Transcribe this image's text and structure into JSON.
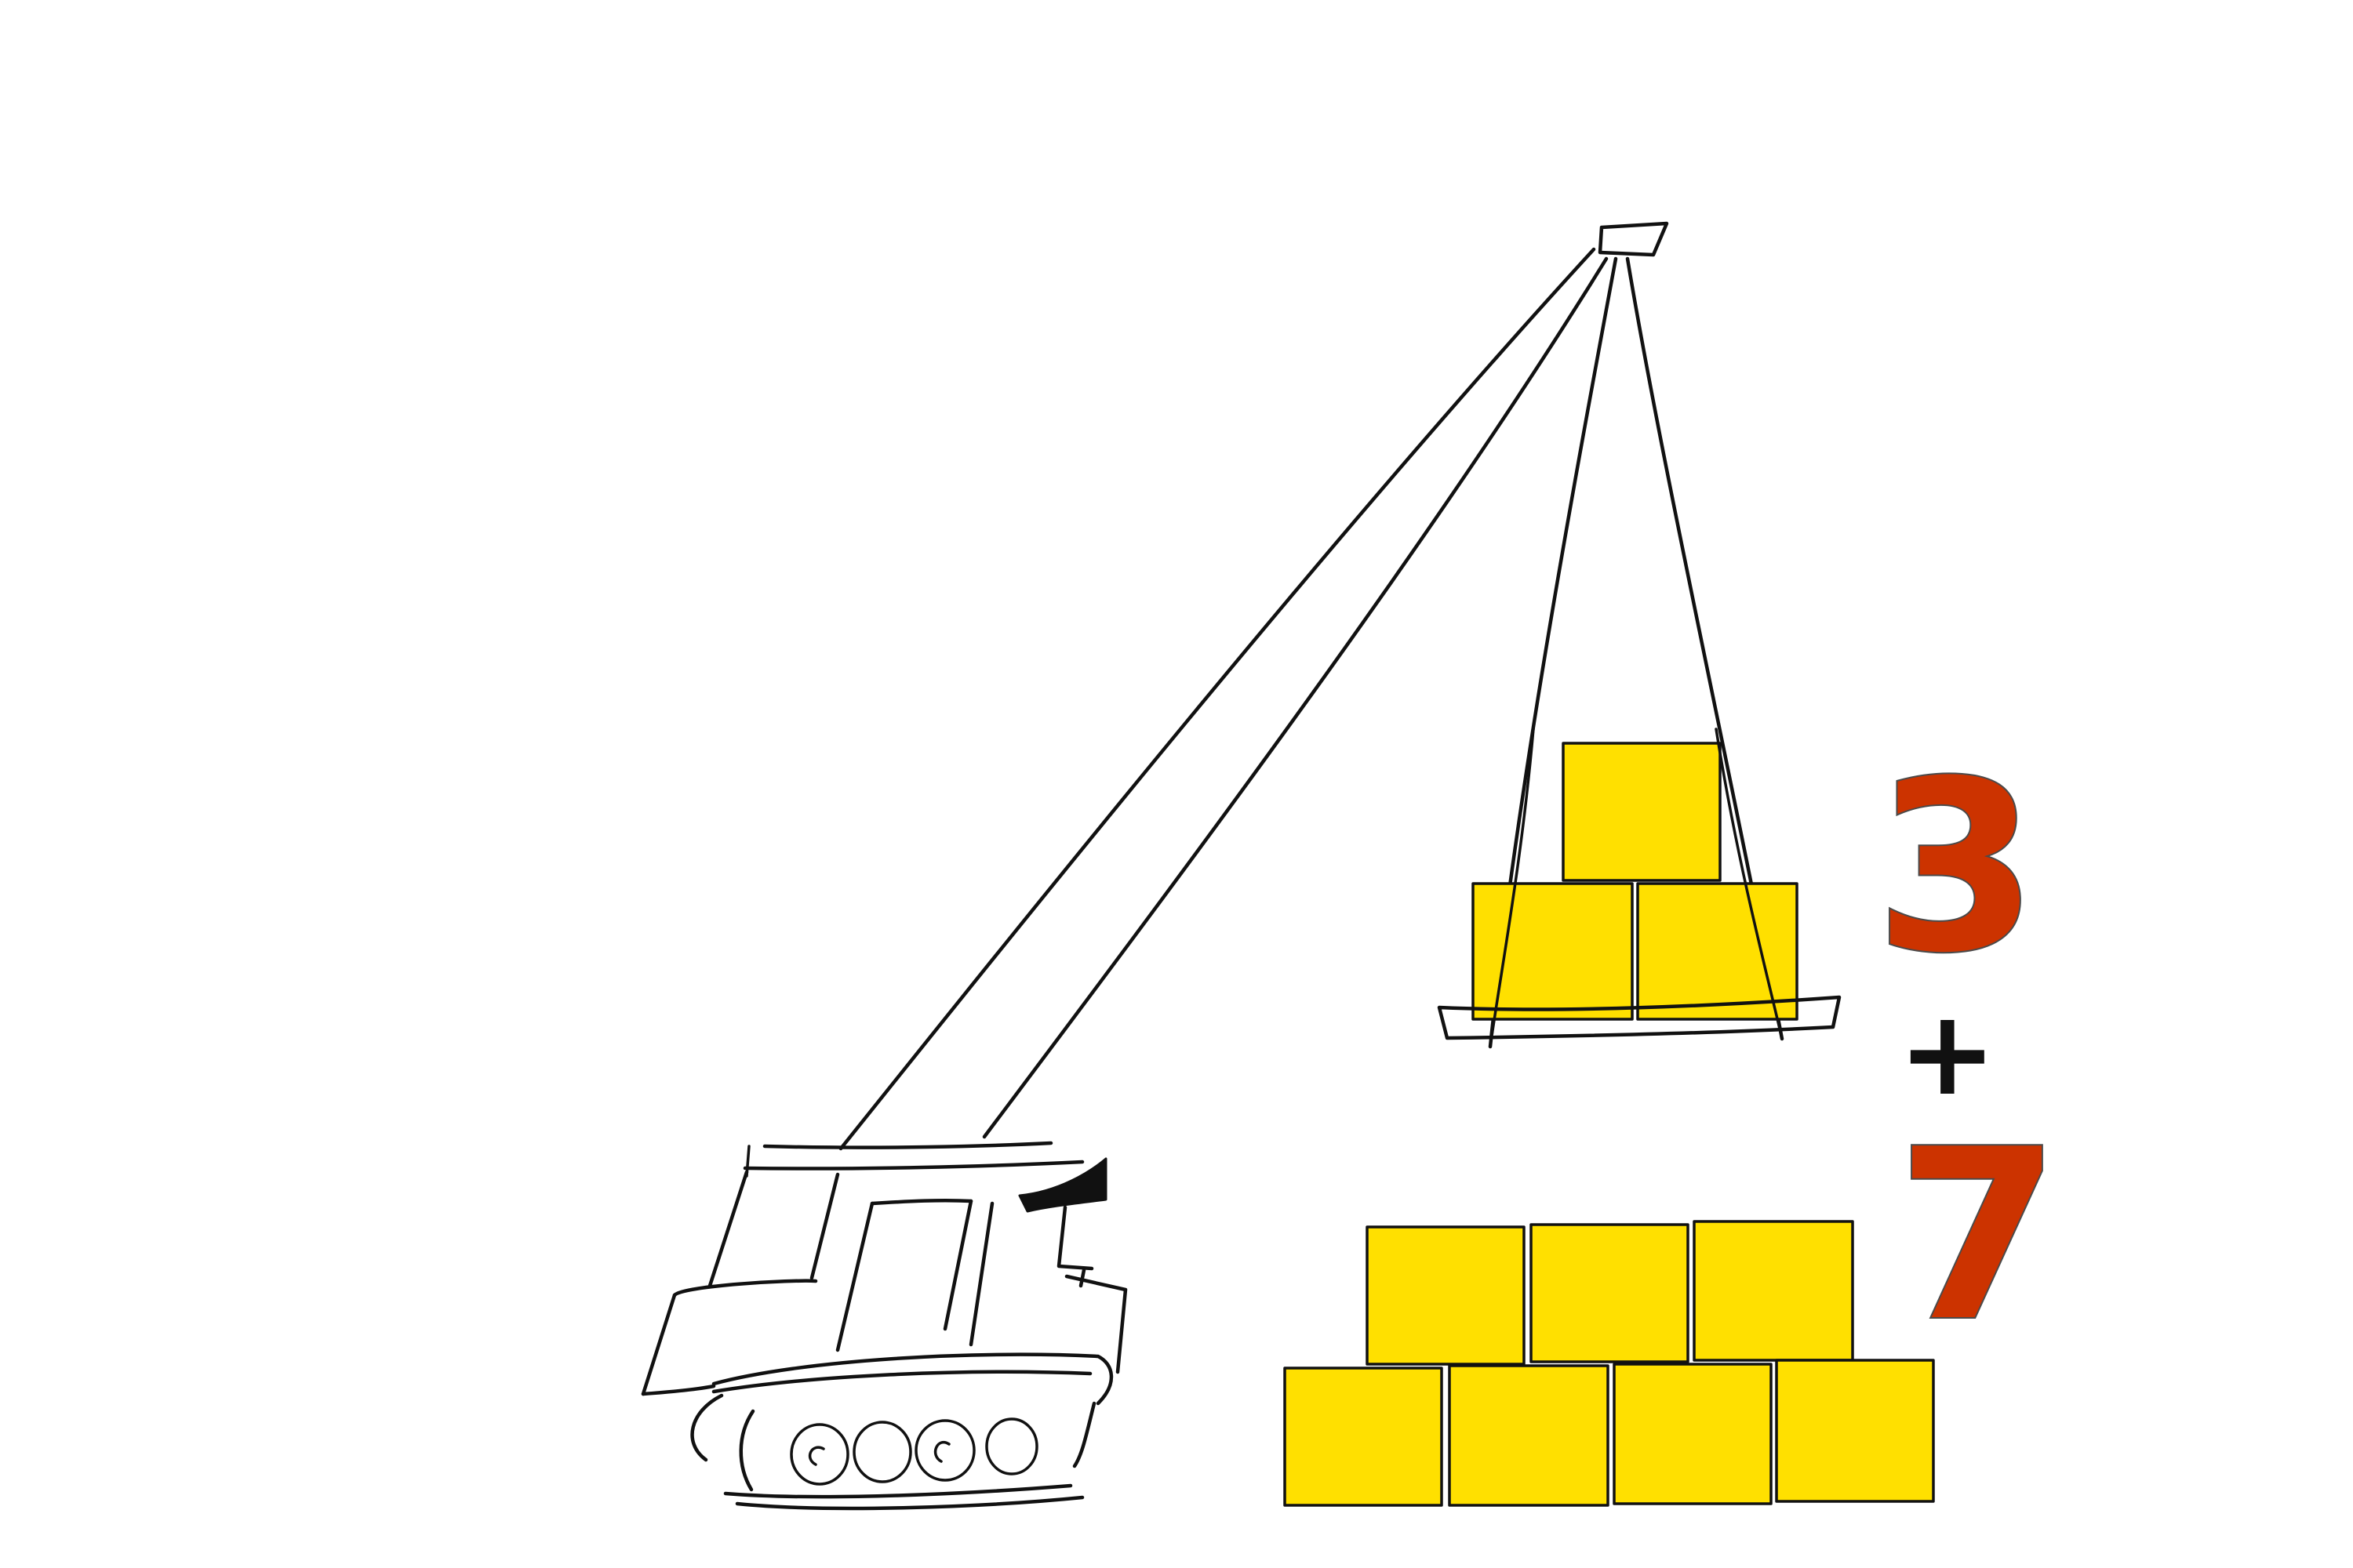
{
  "equation": {
    "first": "3",
    "operator": "+",
    "second": "7"
  },
  "colors": {
    "block": "#ffe000",
    "digit": "#cc3300",
    "ink": "#111111",
    "background": "#ffffff"
  },
  "illustration": {
    "lifted_blocks": 3,
    "ground_blocks": 7
  }
}
